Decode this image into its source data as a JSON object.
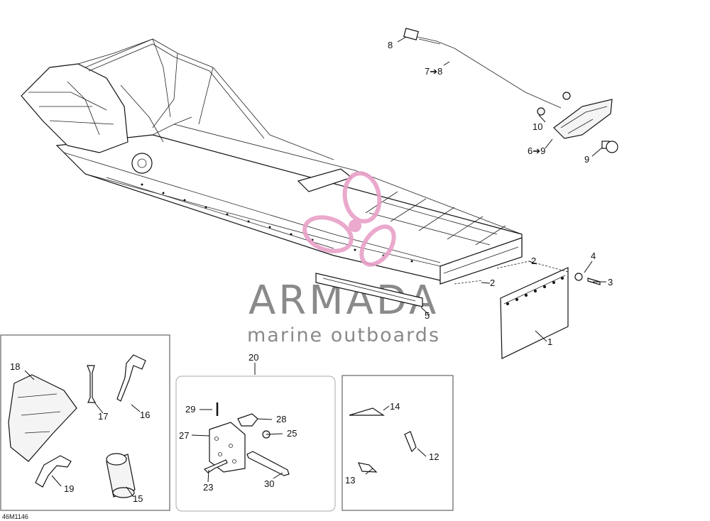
{
  "callouts": {
    "c1": "1",
    "c2a": "2",
    "c2b": "2",
    "c3": "3",
    "c4": "4",
    "c5": "5",
    "c6": "6➔9",
    "c7": "7➔8",
    "c8": "8",
    "c9": "9",
    "c10": "10",
    "c12": "12",
    "c13": "13",
    "c14": "14",
    "c15": "15",
    "c16": "16",
    "c17": "17",
    "c18": "18",
    "c19": "19",
    "c20": "20",
    "c23": "23",
    "c25": "25",
    "c27": "27",
    "c28": "28",
    "c29": "29",
    "c30": "30"
  },
  "figure_code": "46M1146",
  "watermark": {
    "brand": "ARMADA",
    "tagline": "marine outboards",
    "accent_color": "#e8a0c8",
    "text_color": "#8a8a8a"
  }
}
